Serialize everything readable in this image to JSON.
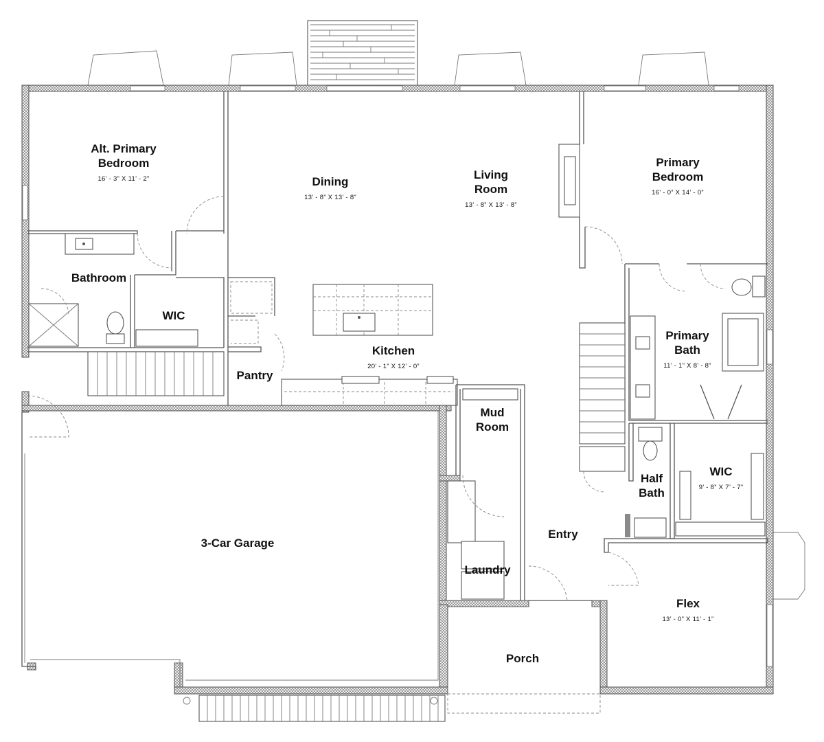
{
  "rooms": [
    {
      "id": "alt-primary-bedroom",
      "name": [
        "Alt. Primary",
        "Bedroom"
      ],
      "dims": "16’ - 3” X 11’ - 2”"
    },
    {
      "id": "dining",
      "name": [
        "Dining"
      ],
      "dims": "13’ - 8” X 13’ - 8”"
    },
    {
      "id": "living-room",
      "name": [
        "Living",
        "Room"
      ],
      "dims": "13’ - 8” X 13’ - 8”"
    },
    {
      "id": "primary-bedroom",
      "name": [
        "Primary",
        "Bedroom"
      ],
      "dims": "16’ - 0” X 14’ - 0”"
    },
    {
      "id": "bathroom",
      "name": [
        "Bathroom"
      ],
      "dims": ""
    },
    {
      "id": "wic-left",
      "name": [
        "WIC"
      ],
      "dims": ""
    },
    {
      "id": "kitchen",
      "name": [
        "Kitchen"
      ],
      "dims": "20’ - 1” X 12’ - 0”"
    },
    {
      "id": "pantry",
      "name": [
        "Pantry"
      ],
      "dims": ""
    },
    {
      "id": "primary-bath",
      "name": [
        "Primary",
        "Bath"
      ],
      "dims": "11’ - 1” X 8’ - 8”"
    },
    {
      "id": "mud-room",
      "name": [
        "Mud",
        "Room"
      ],
      "dims": ""
    },
    {
      "id": "half-bath",
      "name": [
        "Half",
        "Bath"
      ],
      "dims": ""
    },
    {
      "id": "wic-right",
      "name": [
        "WIC"
      ],
      "dims": "9’ - 8” X 7’ - 7”"
    },
    {
      "id": "garage",
      "name": [
        "3-Car Garage"
      ],
      "dims": ""
    },
    {
      "id": "entry",
      "name": [
        "Entry"
      ],
      "dims": ""
    },
    {
      "id": "laundry",
      "name": [
        "Laundry"
      ],
      "dims": ""
    },
    {
      "id": "flex",
      "name": [
        "Flex"
      ],
      "dims": "13’ - 0” X 11’ - 1”"
    },
    {
      "id": "porch",
      "name": [
        "Porch"
      ],
      "dims": ""
    }
  ]
}
